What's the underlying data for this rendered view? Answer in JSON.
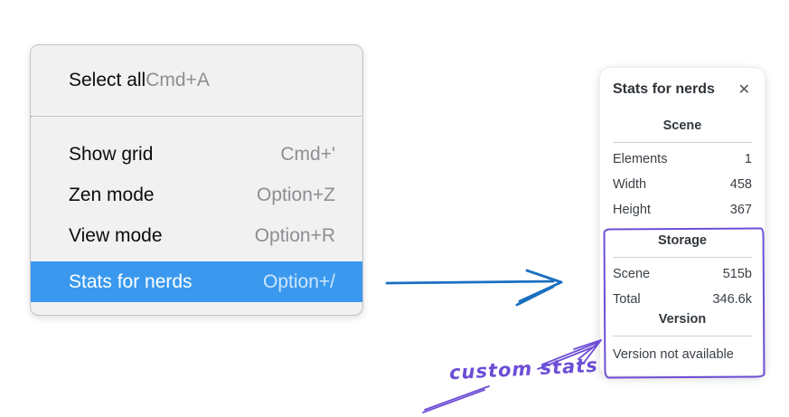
{
  "context_menu": {
    "groups": [
      {
        "items": [
          {
            "label": "Select all",
            "shortcut": "Cmd+A",
            "highlighted": false
          }
        ]
      },
      {
        "items": [
          {
            "label": "Show grid",
            "shortcut": "Cmd+'",
            "highlighted": false
          },
          {
            "label": "Zen mode",
            "shortcut": "Option+Z",
            "highlighted": false
          },
          {
            "label": "View mode",
            "shortcut": "Option+R",
            "highlighted": false
          },
          {
            "label": "Stats for nerds",
            "shortcut": "Option+/",
            "highlighted": true
          }
        ]
      }
    ]
  },
  "stats_panel": {
    "title": "Stats for nerds",
    "close_icon": "✕",
    "sections": [
      {
        "heading": "Scene",
        "rows": [
          {
            "label": "Elements",
            "value": "1"
          },
          {
            "label": "Width",
            "value": "458"
          },
          {
            "label": "Height",
            "value": "367"
          }
        ]
      },
      {
        "heading": "Storage",
        "rows": [
          {
            "label": "Scene",
            "value": "515b"
          },
          {
            "label": "Total",
            "value": "346.6k"
          }
        ]
      },
      {
        "heading": "Version",
        "note": "Version not available"
      }
    ]
  },
  "annotation": {
    "label": "custom stats"
  },
  "colors": {
    "menu_highlight": "#3a99ef",
    "arrow_blue": "#1b6fc0",
    "annotation_purple": "#6d4ed6"
  }
}
